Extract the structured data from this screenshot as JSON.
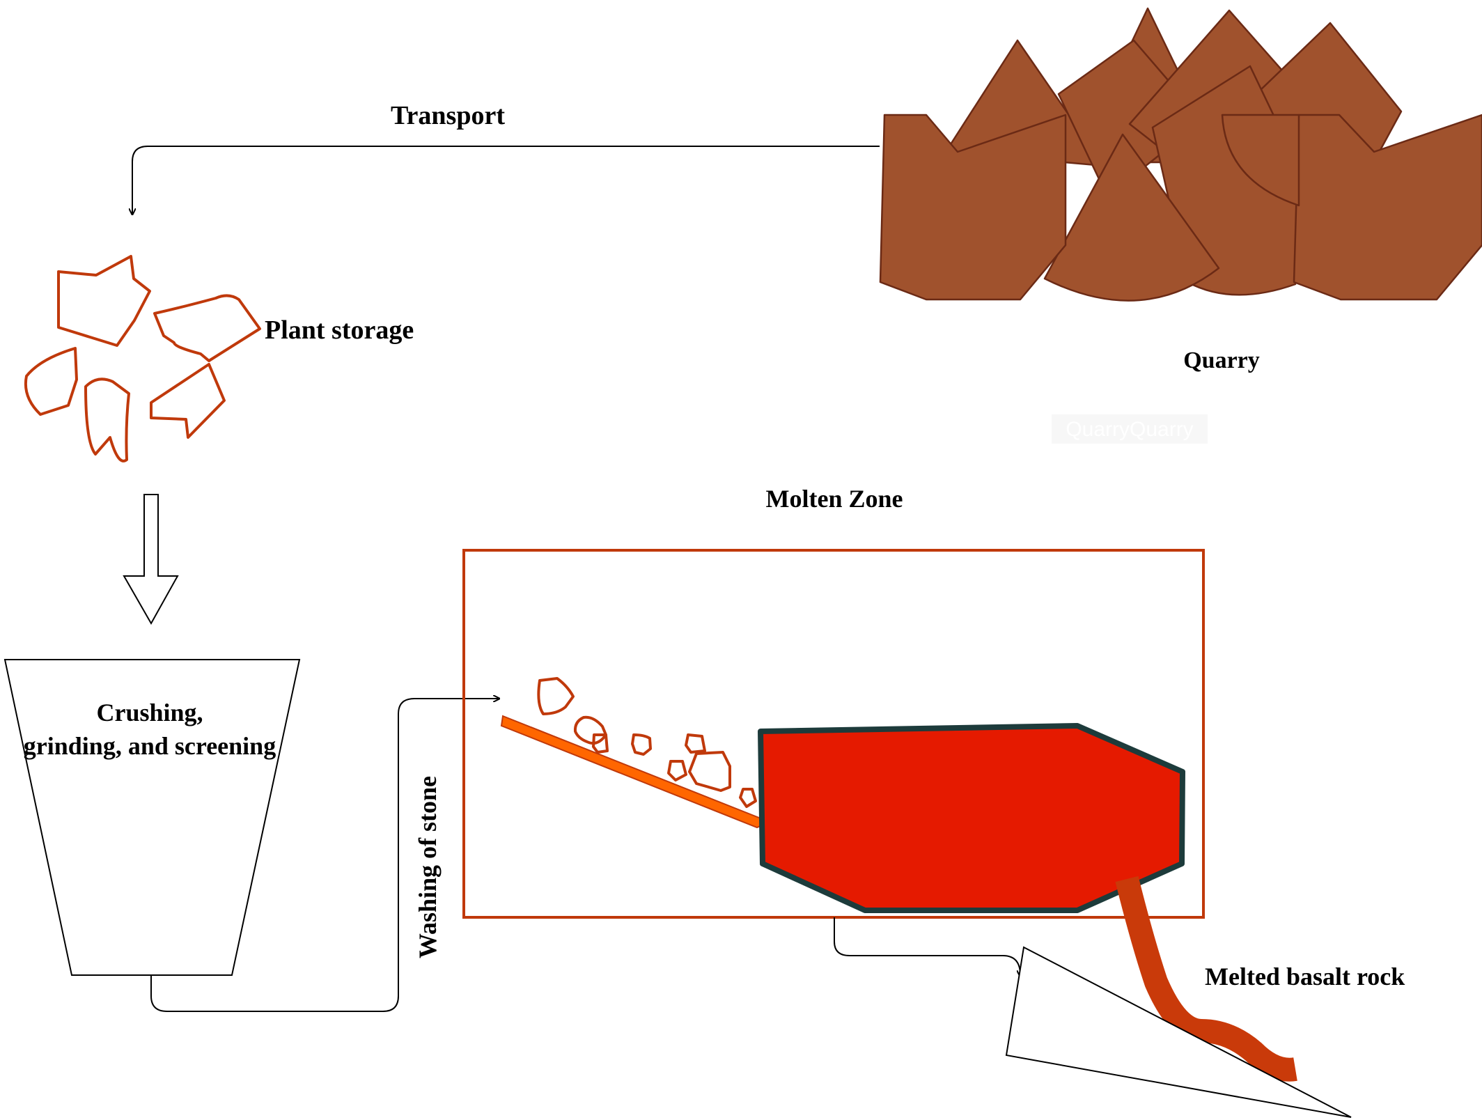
{
  "labels": {
    "transport": "Transport",
    "plant_storage": "Plant storage",
    "quarry": "Quarry",
    "quarry_ghost": "QuarryQuarry",
    "molten_zone": "Molten Zone",
    "crushing_line1": "Crushing,",
    "crushing_line2": "grinding, and screening",
    "washing": "Washing of stone",
    "melted": "Melted basalt rock"
  },
  "colors": {
    "quarry_rock_fill": "#A0522D",
    "quarry_rock_stroke": "#6B2A15",
    "stone_outline": "#C0390B",
    "molten_zone_border": "#C0390B",
    "furnace_fill": "#E51A00",
    "furnace_outline": "#1D3B3B",
    "chute": "#FF6600",
    "melt_stream": "#C93A0A",
    "arrow": "#000000"
  }
}
